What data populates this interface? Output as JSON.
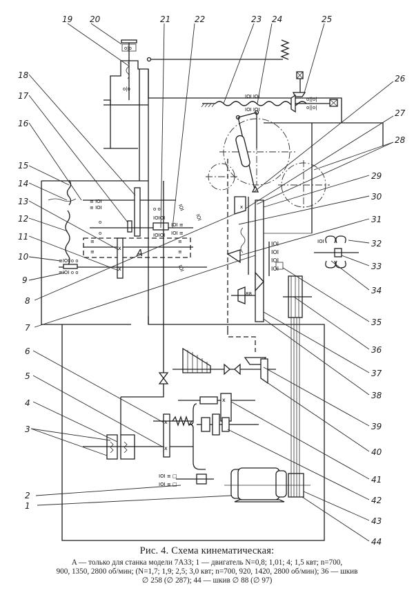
{
  "figure": {
    "title": "Рис. 4. Схема кинематическая:",
    "caption_lines": [
      "A — только для станка модели 7А33; 1 — двигатель N=0,8; 1,01; 4; 1,5 квт; n=700,",
      "900, 1350, 2800 об/мин; (N=1,7; 1,9; 2,5; 3,0 квт; n=700, 920, 1420, 2800 об/мин); 36 — шкив",
      "∅ 258 (∅ 287); 44 — шкив ∅ 88 (∅ 97)"
    ],
    "inset_label": "A",
    "labels": {
      "1": "1",
      "2": "2",
      "3": "3",
      "4": "4",
      "5": "5",
      "6": "6",
      "7": "7",
      "8": "8",
      "9": "9",
      "10": "10",
      "11": "11",
      "12": "12",
      "13": "13",
      "14": "14",
      "15": "15",
      "16": "16",
      "17": "17",
      "18": "18",
      "19": "19",
      "20": "20",
      "21": "21",
      "22": "22",
      "23": "23",
      "24": "24",
      "25": "25",
      "26": "26",
      "27": "27",
      "28": "28",
      "29": "29",
      "30": "30",
      "31": "31",
      "32": "32",
      "33": "33",
      "34": "34",
      "35": "35",
      "36": "36",
      "37": "37",
      "38": "38",
      "39": "39",
      "40": "40",
      "41": "41",
      "42": "42",
      "43": "43",
      "44": "44"
    },
    "components": {
      "1": "motor",
      "36": "pulley",
      "44": "pulley",
      "A": "optional-gear-block"
    }
  }
}
